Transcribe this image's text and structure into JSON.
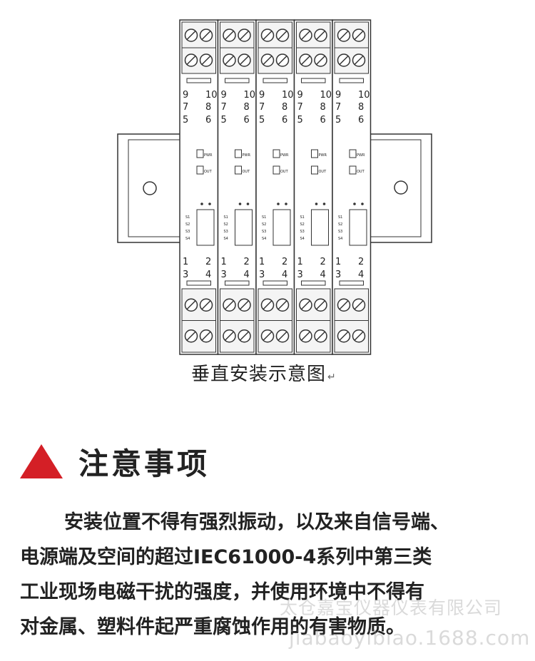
{
  "diagram": {
    "caption": "垂直安装示意图",
    "caption_mark": "↵",
    "module_count": 5,
    "pin_labels": {
      "row1": [
        "9",
        "10"
      ],
      "row2": [
        "7",
        "8"
      ],
      "row3": [
        "5",
        "6"
      ],
      "row4": [
        "1",
        "2"
      ],
      "row5": [
        "3",
        "4"
      ]
    },
    "led_labels": [
      "PWR",
      "OUT"
    ],
    "dip_labels": [
      "S1",
      "S2",
      "S3",
      "S4"
    ]
  },
  "notice": {
    "title": "注意事项",
    "lines": [
      "安装位置不得有强烈振动，以及来自信号端、",
      "电源端及空间的超过IEC61000-4系列中第三类",
      "工业现场电磁干扰的强度，并使用环境中不得有",
      "对金属、塑料件起严重腐蚀作用的有害物质。"
    ],
    "accent_color": "#d41f26"
  },
  "watermark": {
    "company": "太仓嘉宝仪器仪表有限公司",
    "domain": "jiabaoyibiao.1688.com"
  }
}
